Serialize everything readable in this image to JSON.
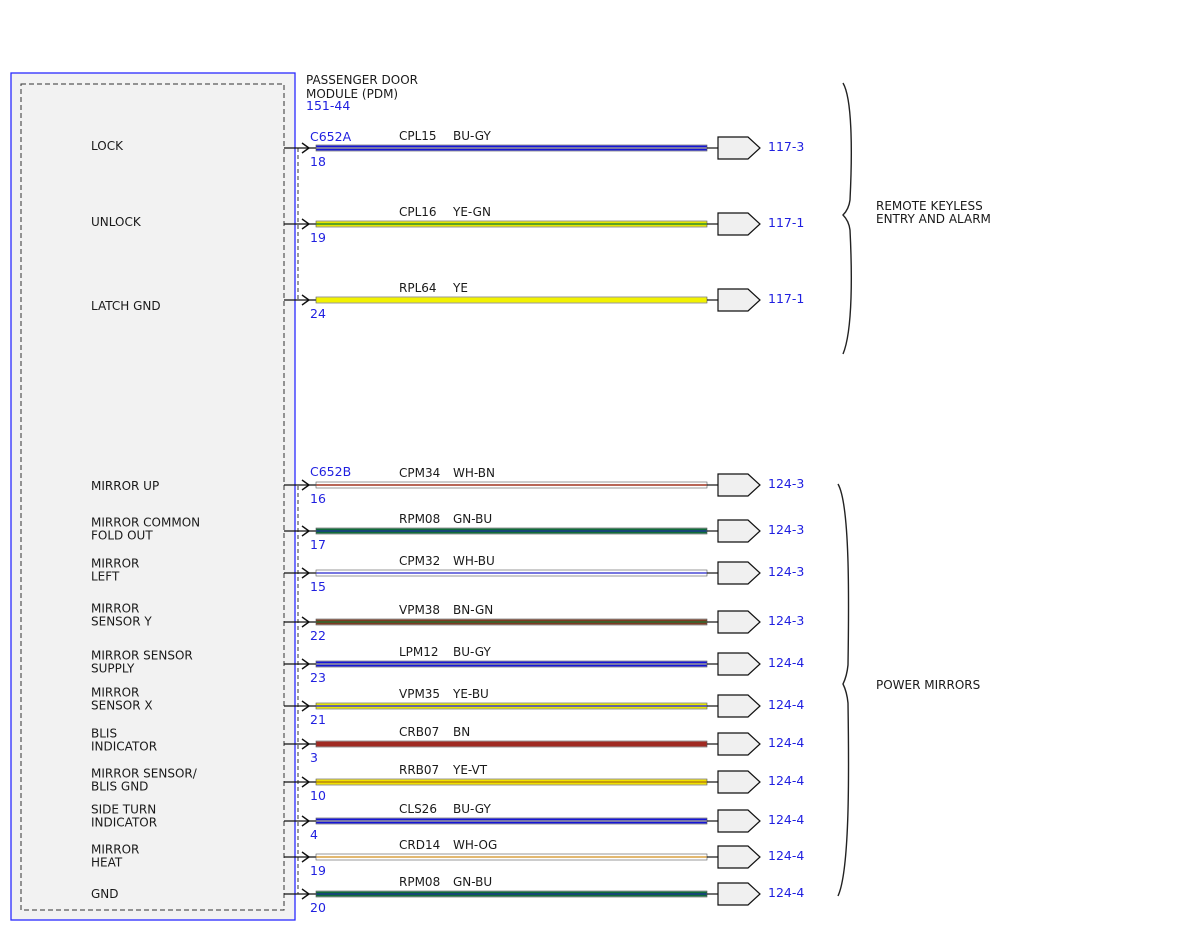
{
  "module": {
    "name_line1": "PASSENGER DOOR",
    "name_line2": "MODULE (PDM)",
    "ref": "151-44"
  },
  "connectors": [
    {
      "name": "C652A"
    },
    {
      "name": "C652B"
    }
  ],
  "groups": [
    {
      "label_line1": "REMOTE KEYLESS",
      "label_line2": "ENTRY AND ALARM"
    },
    {
      "label_line1": "POWER MIRRORS",
      "label_line2": ""
    }
  ],
  "circuits": [
    {
      "label": [
        "LOCK"
      ],
      "pin": "18",
      "circuit": "CPL15",
      "color_code": "BU-GY",
      "dest": "117-3",
      "wire_colors": [
        "#1515d6",
        "#9a9a9a"
      ]
    },
    {
      "label": [
        "UNLOCK"
      ],
      "pin": "19",
      "circuit": "CPL16",
      "color_code": "YE-GN",
      "dest": "117-1",
      "wire_colors": [
        "#e6e600",
        "#2e8b2e"
      ]
    },
    {
      "label": [
        "LATCH GND"
      ],
      "pin": "24",
      "circuit": "RPL64",
      "color_code": "YE",
      "dest": "117-1",
      "wire_colors": [
        "#f2f200",
        "#f2f200"
      ]
    },
    {
      "label": [
        "MIRROR UP"
      ],
      "pin": "16",
      "circuit": "CPM34",
      "color_code": "WH-BN",
      "dest": "124-3",
      "wire_colors": [
        "#ffffff",
        "#a0321e"
      ]
    },
    {
      "label": [
        "MIRROR COMMON",
        "FOLD OUT"
      ],
      "pin": "17",
      "circuit": "RPM08",
      "color_code": "GN-BU",
      "dest": "124-3",
      "wire_colors": [
        "#0f6b3a",
        "#1a3a8a"
      ]
    },
    {
      "label": [
        "MIRROR",
        "LEFT"
      ],
      "pin": "15",
      "circuit": "CPM32",
      "color_code": "WH-BU",
      "dest": "124-3",
      "wire_colors": [
        "#ffffff",
        "#4a4ad6"
      ]
    },
    {
      "label": [
        "MIRROR",
        "SENSOR Y"
      ],
      "pin": "22",
      "circuit": "VPM38",
      "color_code": "BN-GN",
      "dest": "124-3",
      "wire_colors": [
        "#7a3a22",
        "#2e6b2e"
      ]
    },
    {
      "label": [
        "MIRROR SENSOR",
        "SUPPLY"
      ],
      "pin": "23",
      "circuit": "LPM12",
      "color_code": "BU-GY",
      "dest": "124-4",
      "wire_colors": [
        "#1515d6",
        "#9a9a9a"
      ]
    },
    {
      "label": [
        "MIRROR",
        "SENSOR X"
      ],
      "pin": "21",
      "circuit": "VPM35",
      "color_code": "YE-BU",
      "dest": "124-4",
      "wire_colors": [
        "#e6e600",
        "#3a3ad6"
      ]
    },
    {
      "label": [
        "BLIS",
        "INDICATOR"
      ],
      "pin": "3",
      "circuit": "CRB07",
      "color_code": "BN",
      "dest": "124-4",
      "wire_colors": [
        "#a02a22",
        "#a02a22"
      ]
    },
    {
      "label": [
        "MIRROR SENSOR/",
        "BLIS GND"
      ],
      "pin": "10",
      "circuit": "RRB07",
      "color_code": "YE-VT",
      "dest": "124-4",
      "wire_colors": [
        "#f0e000",
        "#b8860b"
      ]
    },
    {
      "label": [
        "SIDE TURN",
        "INDICATOR"
      ],
      "pin": "4",
      "circuit": "CLS26",
      "color_code": "BU-GY",
      "dest": "124-4",
      "wire_colors": [
        "#1515d6",
        "#9a9a9a"
      ]
    },
    {
      "label": [
        "MIRROR",
        "HEAT"
      ],
      "pin": "19",
      "circuit": "CRD14",
      "color_code": "WH-OG",
      "dest": "124-4",
      "wire_colors": [
        "#ffffff",
        "#d8a040"
      ]
    },
    {
      "label": [
        "GND"
      ],
      "pin": "20",
      "circuit": "RPM08",
      "color_code": "GN-BU",
      "dest": "124-4",
      "wire_colors": [
        "#0f6b3a",
        "#1a3a8a"
      ]
    }
  ]
}
